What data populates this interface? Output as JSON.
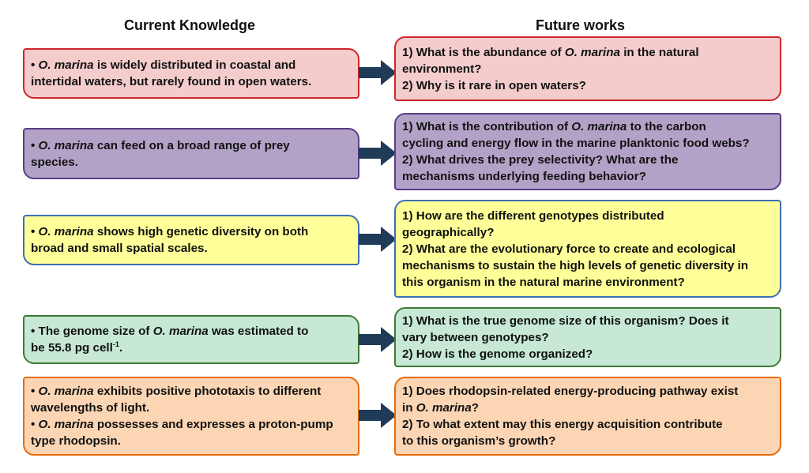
{
  "headings": {
    "left": "Current Knowledge",
    "right": "Future works"
  },
  "colors": {
    "arrow": "#1f3b57",
    "row1": {
      "fill": "#f4cccc",
      "border": "#d0262a"
    },
    "row2": {
      "fill": "#b3a2c7",
      "border": "#5a3e86"
    },
    "row3": {
      "fill": "#ffff99",
      "border": "#3d6fb5"
    },
    "row4": {
      "fill": "#c6e8d5",
      "border": "#3f7a35"
    },
    "row5": {
      "fill": "#fcd5b4",
      "border": "#e46c0a"
    }
  },
  "rows": [
    {
      "left": [
        {
          "pre": "• ",
          "it": "O. marina",
          "post": " is widely distributed in coastal and"
        },
        {
          "pre": "intertidal waters, but rarely  found in open waters.",
          "it": "",
          "post": ""
        }
      ],
      "right": [
        {
          "pre": "1) What is the abundance of ",
          "it": "O. marina",
          "post": " in the natural"
        },
        {
          "pre": "environment?",
          "it": "",
          "post": ""
        },
        {
          "pre": "2) Why is it rare in open waters?",
          "it": "",
          "post": ""
        }
      ]
    },
    {
      "left": [
        {
          "pre": "• ",
          "it": "O. marina",
          "post": " can feed on a broad range of prey"
        },
        {
          "pre": "species.",
          "it": "",
          "post": ""
        }
      ],
      "right": [
        {
          "pre": "1) What is the contribution of ",
          "it": "O. marina",
          "post": " to the carbon"
        },
        {
          "pre": "cycling and energy flow in the marine planktonic food webs?",
          "it": "",
          "post": ""
        },
        {
          "pre": "2) What drives the prey selectivity? What are the",
          "it": "",
          "post": ""
        },
        {
          "pre": "mechanisms underlying feeding behavior?",
          "it": "",
          "post": ""
        }
      ]
    },
    {
      "left": [
        {
          "pre": "• ",
          "it": "O. marina",
          "post": " shows high genetic diversity on both"
        },
        {
          "pre": "broad and small spatial scales.",
          "it": "",
          "post": ""
        }
      ],
      "right": [
        {
          "pre": "1) How are the different genotypes distributed",
          "it": "",
          "post": ""
        },
        {
          "pre": "geographically?",
          "it": "",
          "post": ""
        },
        {
          "pre": "2) What are the evolutionary force to create and ecological",
          "it": "",
          "post": ""
        },
        {
          "pre": "mechanisms to sustain the high levels of genetic diversity in",
          "it": "",
          "post": ""
        },
        {
          "pre": "this organism in the natural marine environment?",
          "it": "",
          "post": ""
        }
      ]
    },
    {
      "left": [
        {
          "pre": "• The genome size of ",
          "it": "O. marina",
          "post": " was estimated to"
        },
        {
          "pre": "be 55.8 pg cell",
          "it": "",
          "post": "",
          "sup": "-1",
          "tail": "."
        }
      ],
      "right": [
        {
          "pre": "1) What is the true genome size of this organism? Does it",
          "it": "",
          "post": ""
        },
        {
          "pre": "vary between genotypes?",
          "it": "",
          "post": ""
        },
        {
          "pre": "2) How is the genome organized?",
          "it": "",
          "post": ""
        }
      ]
    },
    {
      "left": [
        {
          "pre": "• ",
          "it": "O. marina",
          "post": " exhibits positive phototaxis to different"
        },
        {
          "pre": "wavelengths of light.",
          "it": "",
          "post": ""
        },
        {
          "pre": "• ",
          "it": "O. marina",
          "post": " possesses and expresses a proton-pump"
        },
        {
          "pre": "type rhodopsin.",
          "it": "",
          "post": ""
        }
      ],
      "right": [
        {
          "pre": "1) Does rhodopsin-related energy-producing pathway exist",
          "it": "",
          "post": ""
        },
        {
          "pre": "in ",
          "it": "O. marina",
          "post": "?"
        },
        {
          "pre": "2) To what extent may this energy acquisition contribute",
          "it": "",
          "post": ""
        },
        {
          "pre": "to this organism’s growth?",
          "it": "",
          "post": ""
        }
      ]
    }
  ]
}
